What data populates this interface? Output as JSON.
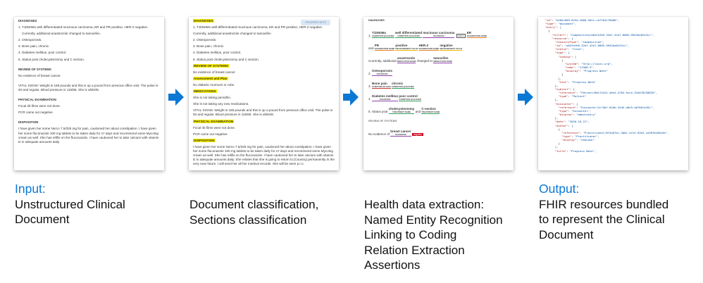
{
  "stages": [
    {
      "label": "Input:",
      "description": [
        "Unstructured Clinical",
        "Document"
      ],
      "doc": {
        "heading": "DIAGNOSES",
        "items": [
          "1. T1bN0Mx with differentiated mucinous carcinoma, ER and PR positive, HER-2 negative.",
          "Currently, additional anastrozole changed to tamoxifen.",
          "2. Osteoporosis.",
          "3. Bone pain, chronic.",
          "4. Diabetes mellitus, poor control.",
          "5. Status post cholecystectomy and C section."
        ],
        "ros_heading": "REVIEW OF SYSTEMS",
        "ros_text": "No evidence of breast cancer.",
        "vitals": "VITAL SIGNS: Weight is 168 pounds and this is up a pound from previous office visit. The pulse is 93 and regular. Blood pressure is 115/85. She is afebrile.",
        "exam_heading": "PHYSICAL EXAMINATION",
        "exam_lines": [
          "Focal rib films were not done.",
          "PCR came out negative."
        ],
        "dispo_heading": "DISPOSITION",
        "dispo_text": "I have given her some Norco 7.5/325 mg for pain, cautioned her about constipation. I have given her some fluconazole 100 mg tablets to be taken daily for x7 days and recommend some Mycolog cream as well. She has refills on the fluconazole. I have cautioned her to take calcium with vitamin D in adequate amounts daily."
      }
    },
    {
      "label": "",
      "description": [
        "Document classification,",
        "Sections classification"
      ],
      "doc": {
        "badge": "PROGRESS NOTE",
        "heading": "DIAGNOSES",
        "items": [
          "1. T1bN0Mx well-differentiated mucinous carcinoma, ER and PR positive, HER-2 negative.",
          "Currently, additional anastrozole changed to tamoxifen",
          "2. Osteoporosis.",
          "3. Bone pain, chronic.",
          "4. Diabetes mellitus, poor control.",
          "5. Status post cholecystectomy and C section."
        ],
        "ros_heading": "REVIEW OF SYSTEMS",
        "ros_text": "No evidence of breast cancer.",
        "plan_heading": "Assessment and Plan",
        "plan_text": "No diabetic murmurs or rubs.",
        "meds_heading": "MEDICATIONS",
        "meds_lines": [
          "She is not taking penicillin.",
          "She is not taking any new medications."
        ],
        "vitals": "VITAL SIGNS: Weight is 168 pounds and this is up a pound from previous office visit. The pulse is 93 and regular. Blood pressure is 115/85. She is afebrile.",
        "exam_heading": "PHYSICAL EXAMINATION",
        "exam_lines": [
          "Focal rib films were not done.",
          "PCR came out negative."
        ],
        "dispo_heading": "DISPOSITION",
        "dispo_text": "I have given her some Norco 7.5/325 mg for pain, cautioned her about constipation. I have given her some fluconazole 100 mg tablets to be taken daily for x7 days and recommend some Mycolog cream as well. She has refills on the fluconazole. I have cautioned her to take calcium with vitamin D in adequate amounts daily. She relates that she is going to return to [Country] permanently in the very near future. I will send her all her medical records. She will be seen p.r.n."
      }
    },
    {
      "label": "",
      "description": [
        "Health data extraction:",
        "Named Entity Recognition",
        "Linking to Coding",
        "Relation Extraction",
        "Assertions"
      ],
      "ner": {
        "heading": "DIAGNOSES",
        "row1": [
          {
            "text": "T1bN0Mx",
            "tag": "CONDITION QUALIFIER"
          },
          {
            "text": "well differentiated",
            "tag": "CONDITION QUALIFIER"
          },
          {
            "text": "mucinous carcinoma",
            "tag": "DIAGNOSIS"
          },
          {
            "text": "ER",
            "tag": "EXAMINATION NAME"
          }
        ],
        "row2": [
          {
            "text": "PR",
            "tag": "EXAMINATION NAME"
          },
          {
            "text": "positive",
            "tag": "MEASUREMENT VALUE"
          },
          {
            "text": "HER-2",
            "tag": "EXAMINATION NAME"
          },
          {
            "text": "negative",
            "tag": "MEASUREMENT VALUE"
          }
        ],
        "row3_prefix": "Currently, additional",
        "row3": [
          {
            "text": "anastrozole",
            "tag": "MEDICATION NAME"
          },
          {
            "text": "tamoxifen",
            "tag": "MEDICATION NAME"
          }
        ],
        "row3_mid": "changed to",
        "osteo": {
          "text": "Osteoporosis",
          "tag": "DIAGNOSIS"
        },
        "bone": [
          {
            "text": "Bone pain",
            "tag": "SYMPTOM OR SIGN"
          },
          {
            "text": "chronic",
            "tag": "CONDITION QUALIFIER"
          }
        ],
        "diabetes": [
          {
            "text": "Diabetes mellitus",
            "tag": "DIAGNOSIS"
          },
          {
            "text": "poor control",
            "tag": "CONDITION QUALIFIER"
          }
        ],
        "status_prefix": "Status post",
        "status": [
          {
            "text": "cholecystectomy",
            "tag": "TREATMENT NAME"
          },
          {
            "text": "C-section",
            "tag": "TREATMENT NAME"
          }
        ],
        "status_mid": "and",
        "ros": "REVIEW OF SYSTEMS",
        "neg_prefix": "No evidence of",
        "neg_entity": {
          "text": "breast cancer",
          "tag": "DIAGNOSIS"
        },
        "neg_flag": "negative",
        "chip": "UMLS"
      }
    },
    {
      "label": "Output:",
      "description": [
        "FHIR resources bundled",
        "to represent the Clinical",
        "Document"
      ],
      "json_lines": [
        "  \"id\": \"b285c909-025d-4060-9e5c-ca71641760d8\",",
        "  \"type\": \"document\",",
        "  \"entry\": [",
        "    {",
        "      \"fullUrl\": \"Composition/a64fafb9-32df-42e7-8085-9942be0243cc\",",
        "      \"resource\": {",
        "        \"resourceType\": \"Composition\",",
        "        \"id\": \"a64fafb9-32df-42e7-8085-9942be0243cc\",",
        "        \"status\": \"final\",",
        "        \"type\": {",
        "          \"coding\": [",
        "            {",
        "              \"system\": \"http://loinc.org\",",
        "              \"code\": \"11506-3\",",
        "              \"display\": \"Progress Note\"",
        "            }",
        "          ],",
        "          \"text\": \"Progress Note\"",
        "        },",
        "        \"subject\": {",
        "          \"reference\": \"Patient/86cf4242-a5e4-4784-9cca-32e078250826\",",
        "          \"type\": \"Patient\"",
        "        },",
        "        \"encounter\": {",
        "          \"reference\": \"Encounter/2c74bf-02db-42d5-a8c9-a070bfa45c\",",
        "          \"type\": \"Encounter\",",
        "          \"display\": \"ambulatory\"",
        "        },",
        "        \"date\": \"2020-10-21\",",
        "        \"author\": [",
        "          {",
        "            \"reference\": \"Practitioner/8f5a07ec-3b0c-4c24-92b3-ca38f6c80c9a\",",
        "            \"type\": \"Practitioner\",",
        "            \"display\": \"Unknown\"",
        "          }",
        "        ],",
        "        \"title\": \"Progress Note\","
      ]
    }
  ],
  "colors": {
    "accent": "#0b78d4",
    "highlight": "#fff200"
  }
}
